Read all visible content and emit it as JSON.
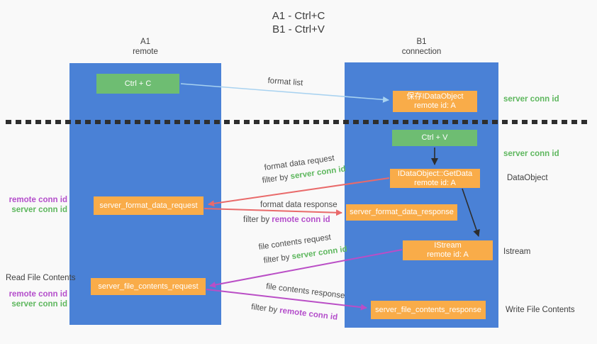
{
  "title": {
    "line1": "A1 - Ctrl+C",
    "line2": "B1 - Ctrl+V"
  },
  "lanes": {
    "a1": {
      "name": "A1",
      "role": "remote"
    },
    "b1": {
      "name": "B1",
      "role": "connection"
    }
  },
  "nodes": {
    "ctrl_c": {
      "label": "Ctrl + C"
    },
    "save_dataobject": {
      "line1": "保存IDataObject",
      "line2": "remote id: A"
    },
    "ctrl_v": {
      "label": "Ctrl + V"
    },
    "getdata": {
      "line1": "IDataObject::GetData",
      "line2": "remote id: A"
    },
    "format_request": {
      "label": "server_format_data_request"
    },
    "format_response": {
      "label": "server_format_data_response"
    },
    "istream": {
      "line1": "IStream",
      "line2": "remote id: A"
    },
    "file_request": {
      "label": "server_file_contents_request"
    },
    "file_response": {
      "label": "server_file_contents_response"
    }
  },
  "edges": {
    "format_list": {
      "label": "format list"
    },
    "format_data_request": {
      "label": "format data request",
      "filter_prefix": "filter by ",
      "filter_key": "server conn id"
    },
    "format_data_response": {
      "label": "format data response",
      "filter_prefix": "filter by ",
      "filter_key": "remote conn id"
    },
    "file_contents_request": {
      "label": "file contents request",
      "filter_prefix": "filter by ",
      "filter_key": "server conn id"
    },
    "file_contents_response": {
      "label": "file contents response",
      "filter_prefix": "filter by ",
      "filter_key": "remote conn id"
    }
  },
  "annotations": {
    "left_format": {
      "line1": "remote conn id",
      "line2": "server conn id"
    },
    "left_read_file": "Read File Contents",
    "left_file": {
      "line1": "remote conn id",
      "line2": "server conn id"
    },
    "right_server_conn_top": "server conn id",
    "right_server_conn_mid": "server conn id",
    "right_dataobject": "DataObject",
    "right_istream": "Istream",
    "right_write_file": "Write File Contents"
  },
  "colors": {
    "lane_blue": "#4a81d6",
    "node_green": "#6ebd72",
    "node_orange": "#f9ac49",
    "arrow_blue": "#a8d2f0",
    "arrow_red": "#e96a6a",
    "arrow_magenta": "#ba4ec6",
    "arrow_black": "#2d2d2d",
    "keyword_green": "#5eb75e",
    "keyword_purple": "#b44ecb",
    "background": "#f9f9f9",
    "text_dark": "#3f3f3f"
  }
}
